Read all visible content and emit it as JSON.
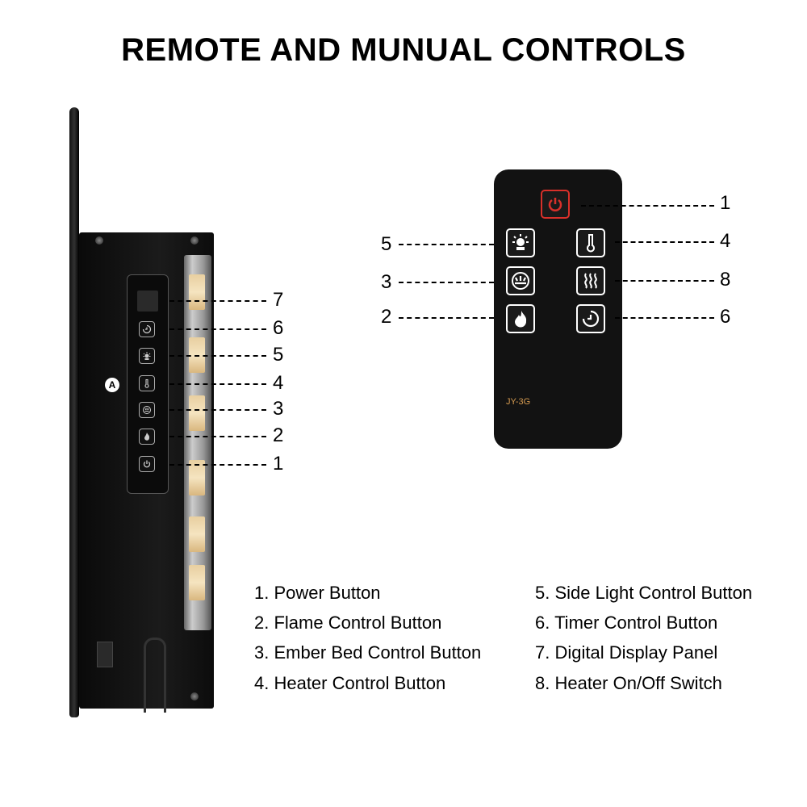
{
  "title": "REMOTE AND MUNUAL CONTROLS",
  "panel": {
    "marker": "A",
    "callouts": [
      "7",
      "6",
      "5",
      "4",
      "3",
      "2",
      "1"
    ]
  },
  "remote": {
    "model": "JY-3G",
    "callouts_left": [
      "5",
      "3",
      "2"
    ],
    "callouts_right": [
      "1",
      "4",
      "8",
      "6"
    ]
  },
  "legend": {
    "left": [
      "1. Power Button",
      "2. Flame Control Button",
      "3. Ember Bed Control Button",
      "4. Heater Control Button"
    ],
    "right": [
      "5. Side Light Control Button",
      "6. Timer Control Button",
      "7. Digital Display Panel",
      "8. Heater On/Off Switch"
    ]
  },
  "colors": {
    "power_accent": "#d8302a",
    "model_text": "#d49a50"
  }
}
